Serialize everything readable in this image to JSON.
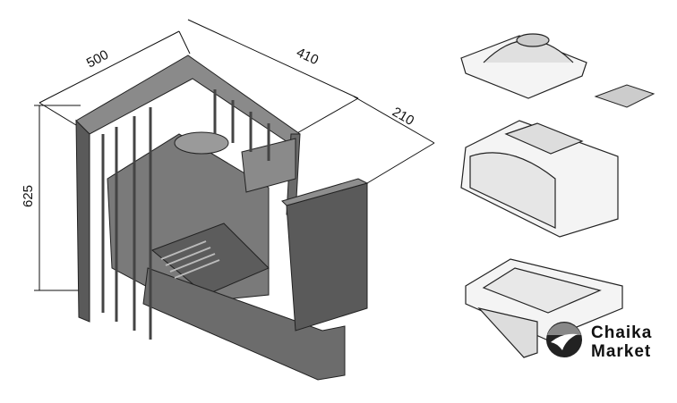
{
  "dimensions": {
    "width_mm": "500",
    "depth_mm": "410",
    "extension_mm": "210",
    "height_mm": "625"
  },
  "logo": {
    "line1": "Chaika",
    "line2": "Market"
  },
  "colors": {
    "body": "#6e6e6e",
    "dark": "#4a4a4a",
    "light": "#9a9a9a",
    "line": "#111111"
  }
}
